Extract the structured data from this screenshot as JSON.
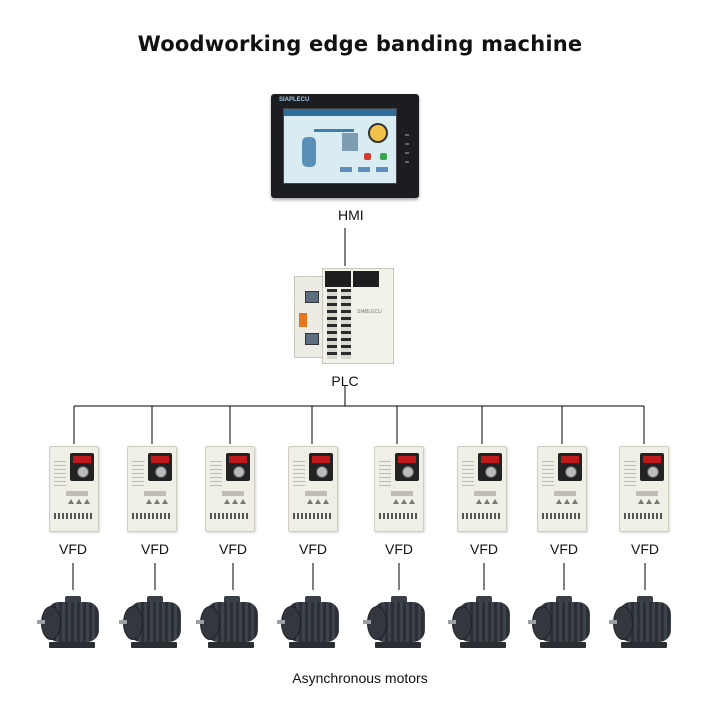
{
  "title": "Woodworking edge banding machine",
  "hmi": {
    "label": "HMI",
    "brand": "SIAPLECU"
  },
  "plc": {
    "label": "PLC",
    "brand": "SIABLECU"
  },
  "vfd_label": "VFD",
  "vfds": [
    {
      "label": "VFD"
    },
    {
      "label": "VFD"
    },
    {
      "label": "VFD"
    },
    {
      "label": "VFD"
    },
    {
      "label": "VFD"
    },
    {
      "label": "VFD"
    },
    {
      "label": "VFD"
    },
    {
      "label": "VFD"
    }
  ],
  "motors_label": "Asynchronous motors",
  "colors": {
    "line": "#000000",
    "vfd_display": "#c0181b",
    "terminal_orange": "#e5761f"
  }
}
